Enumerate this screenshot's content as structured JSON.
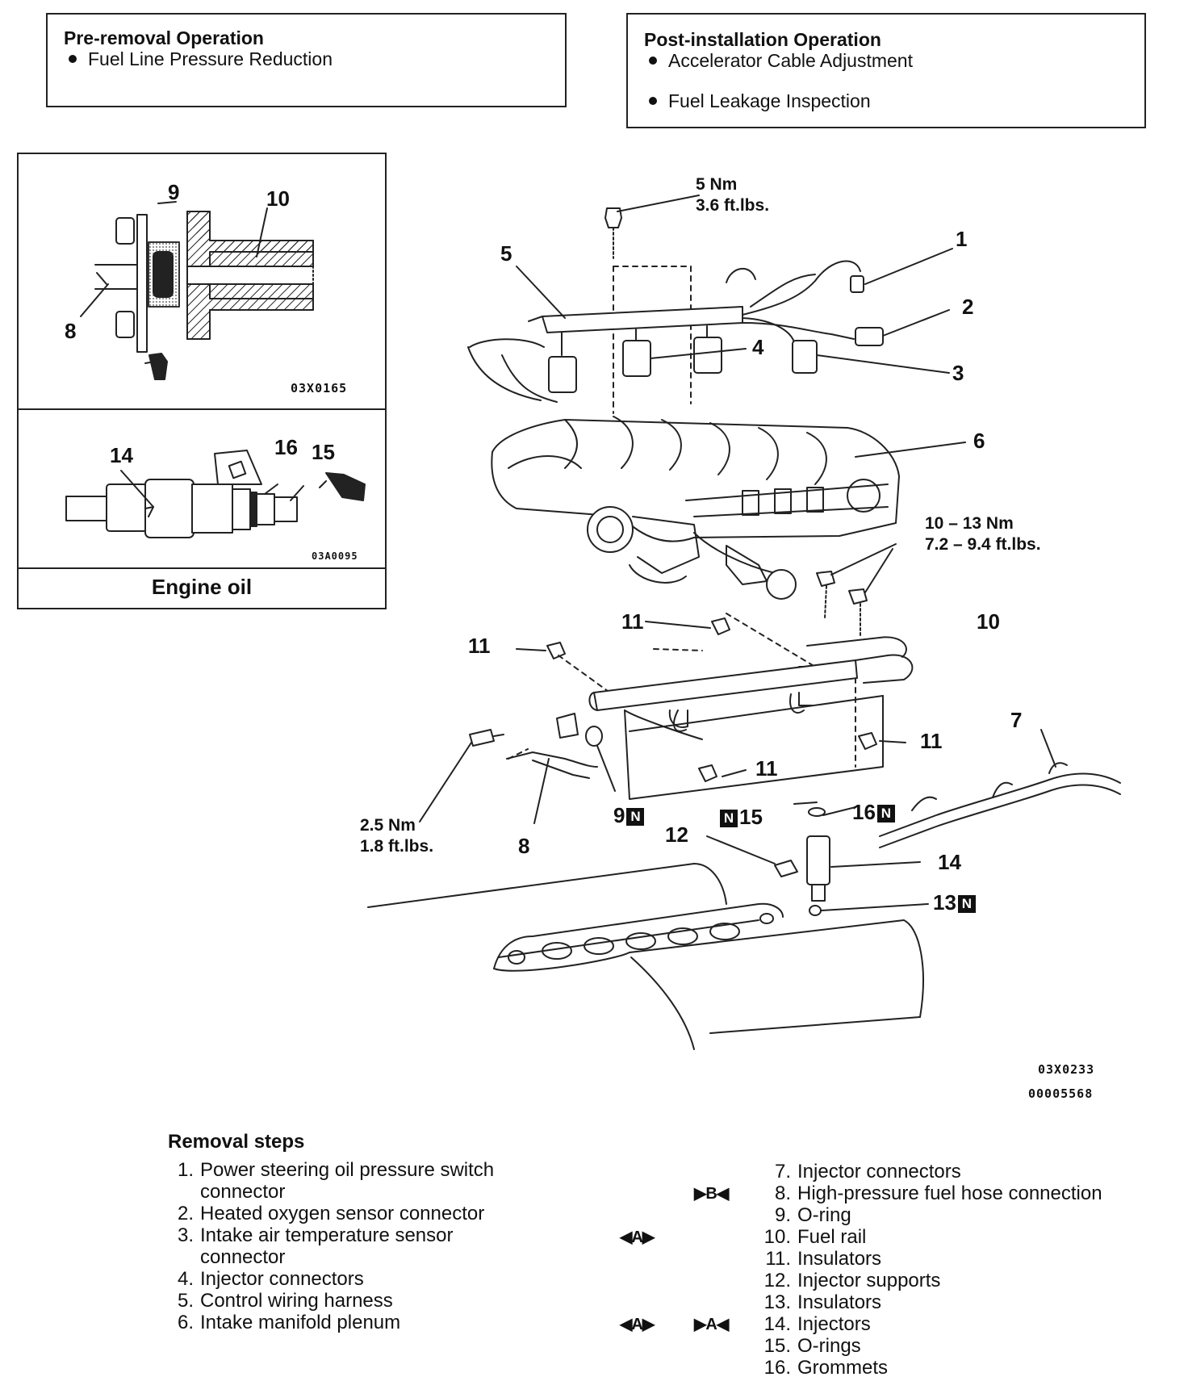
{
  "pre_removal": {
    "title": "Pre-removal Operation",
    "items": [
      "Fuel Line Pressure Reduction"
    ]
  },
  "post_installation": {
    "title": "Post-installation Operation",
    "items": [
      "Accelerator Cable Adjustment",
      "Fuel Leakage Inspection"
    ]
  },
  "inset_top": {
    "labels": {
      "l9": "9",
      "l10": "10",
      "l8": "8"
    },
    "code": "03X0165"
  },
  "inset_bottom": {
    "labels": {
      "l14": "14",
      "l16": "16",
      "l15": "15"
    },
    "code": "03A0095",
    "caption": "Engine oil"
  },
  "torques": {
    "t1": {
      "line1": "5 Nm",
      "line2": "3.6 ft.lbs."
    },
    "t2": {
      "line1": "10 – 13 Nm",
      "line2": "7.2 – 9.4 ft.lbs."
    },
    "t3": {
      "line1": "2.5 Nm",
      "line2": "1.8 ft.lbs."
    }
  },
  "callouts": {
    "c1": "1",
    "c2": "2",
    "c3": "3",
    "c4": "4",
    "c5": "5",
    "c6": "6",
    "c7": "7",
    "c8": "8",
    "c9": "9",
    "c10": "10",
    "c11a": "11",
    "c11b": "11",
    "c11c": "11",
    "c11d": "11",
    "c12": "12",
    "c13": "13",
    "c14": "14",
    "c15": "15",
    "c16": "16",
    "n": "N"
  },
  "codes": {
    "main": "03X0233",
    "figure": "00005568"
  },
  "removal": {
    "title": "Removal steps",
    "left": [
      {
        "num": "1.",
        "text": "Power steering oil pressure switch",
        "cont": "connector"
      },
      {
        "num": "2.",
        "text": "Heated oxygen sensor connector"
      },
      {
        "num": "3.",
        "text": "Intake air temperature sensor",
        "cont": "connector"
      },
      {
        "num": "4.",
        "text": "Injector connectors"
      },
      {
        "num": "5.",
        "text": "Control wiring harness"
      },
      {
        "num": "6.",
        "text": "Intake manifold plenum"
      }
    ],
    "right": [
      {
        "num": "7.",
        "text": "Injector connectors"
      },
      {
        "num": "8.",
        "text": "High-pressure fuel hose connection"
      },
      {
        "num": "9.",
        "text": "O-ring"
      },
      {
        "num": "10.",
        "text": "Fuel rail"
      },
      {
        "num": "11.",
        "text": "Insulators"
      },
      {
        "num": "12.",
        "text": "Injector supports"
      },
      {
        "num": "13.",
        "text": "Insulators"
      },
      {
        "num": "14.",
        "text": "Injectors"
      },
      {
        "num": "15.",
        "text": "O-rings"
      },
      {
        "num": "16.",
        "text": "Grommets"
      }
    ],
    "marks": {
      "m8": "▶B◀",
      "m10": "◀A▶",
      "m14a": "◀A▶",
      "m14b": "▶A◀"
    }
  }
}
